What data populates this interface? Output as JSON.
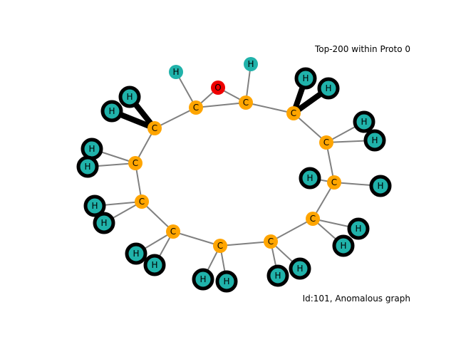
{
  "title": "Top-200 within Proto 0",
  "caption": "Id:101, Anomalous graph",
  "colors": {
    "C": "#ffa500",
    "O": "#ee0000",
    "H": "#20b2aa",
    "edge": "#808080",
    "highlight": "#000000"
  },
  "graph": {
    "nodes": [
      {
        "id": "c1",
        "element": "C"
      },
      {
        "id": "c2",
        "element": "C"
      },
      {
        "id": "o1",
        "element": "O"
      },
      {
        "id": "c3",
        "element": "C"
      },
      {
        "id": "c4",
        "element": "C"
      },
      {
        "id": "c5",
        "element": "C"
      },
      {
        "id": "c6",
        "element": "C"
      },
      {
        "id": "c7",
        "element": "C"
      },
      {
        "id": "c8",
        "element": "C"
      },
      {
        "id": "c9",
        "element": "C"
      },
      {
        "id": "c10",
        "element": "C"
      },
      {
        "id": "c11",
        "element": "C"
      },
      {
        "id": "c12",
        "element": "C"
      },
      {
        "id": "h1",
        "element": "H",
        "highlighted": false
      },
      {
        "id": "h2",
        "element": "H",
        "highlighted": false
      },
      {
        "id": "h3",
        "element": "H",
        "highlighted": true
      },
      {
        "id": "h4",
        "element": "H",
        "highlighted": true
      },
      {
        "id": "h5",
        "element": "H",
        "highlighted": true
      },
      {
        "id": "h6",
        "element": "H",
        "highlighted": true
      },
      {
        "id": "h7",
        "element": "H",
        "highlighted": true
      },
      {
        "id": "h8",
        "element": "H",
        "highlighted": true
      },
      {
        "id": "h9",
        "element": "H",
        "highlighted": true
      },
      {
        "id": "h10",
        "element": "H",
        "highlighted": true
      },
      {
        "id": "h11",
        "element": "H",
        "highlighted": true
      },
      {
        "id": "h12",
        "element": "H",
        "highlighted": true
      },
      {
        "id": "h13",
        "element": "H",
        "highlighted": true
      },
      {
        "id": "h14",
        "element": "H",
        "highlighted": true
      },
      {
        "id": "h15",
        "element": "H",
        "highlighted": true
      },
      {
        "id": "h16",
        "element": "H",
        "highlighted": true
      },
      {
        "id": "h17",
        "element": "H",
        "highlighted": true
      },
      {
        "id": "h18",
        "element": "H",
        "highlighted": true
      },
      {
        "id": "h19",
        "element": "H",
        "highlighted": true
      },
      {
        "id": "h20",
        "element": "H",
        "highlighted": true
      },
      {
        "id": "h21",
        "element": "H",
        "highlighted": true
      },
      {
        "id": "h22",
        "element": "H",
        "highlighted": true
      }
    ],
    "edges": [
      {
        "source": "c1",
        "target": "o1",
        "highlighted": false
      },
      {
        "source": "o1",
        "target": "c2",
        "highlighted": false
      },
      {
        "source": "c1",
        "target": "c2",
        "highlighted": false
      },
      {
        "source": "c1",
        "target": "h1",
        "highlighted": false
      },
      {
        "source": "c2",
        "target": "h2",
        "highlighted": false
      },
      {
        "source": "c2",
        "target": "c3",
        "highlighted": false
      },
      {
        "source": "c3",
        "target": "c4",
        "highlighted": false
      },
      {
        "source": "c4",
        "target": "c5",
        "highlighted": false
      },
      {
        "source": "c5",
        "target": "c6",
        "highlighted": false
      },
      {
        "source": "c6",
        "target": "c7",
        "highlighted": false
      },
      {
        "source": "c7",
        "target": "c8",
        "highlighted": false
      },
      {
        "source": "c8",
        "target": "c9",
        "highlighted": false
      },
      {
        "source": "c9",
        "target": "c10",
        "highlighted": false
      },
      {
        "source": "c10",
        "target": "c11",
        "highlighted": false
      },
      {
        "source": "c11",
        "target": "c12",
        "highlighted": false
      },
      {
        "source": "c12",
        "target": "c1",
        "highlighted": false
      },
      {
        "source": "c3",
        "target": "h3",
        "highlighted": true
      },
      {
        "source": "c3",
        "target": "h4",
        "highlighted": true
      },
      {
        "source": "c4",
        "target": "h5",
        "highlighted": false
      },
      {
        "source": "c4",
        "target": "h6",
        "highlighted": false
      },
      {
        "source": "c5",
        "target": "h7",
        "highlighted": false
      },
      {
        "source": "c5",
        "target": "h8",
        "highlighted": false
      },
      {
        "source": "c6",
        "target": "h9",
        "highlighted": false
      },
      {
        "source": "c6",
        "target": "h10",
        "highlighted": false
      },
      {
        "source": "c7",
        "target": "h11",
        "highlighted": false
      },
      {
        "source": "c7",
        "target": "h12",
        "highlighted": false
      },
      {
        "source": "c8",
        "target": "h13",
        "highlighted": false
      },
      {
        "source": "c8",
        "target": "h14",
        "highlighted": false
      },
      {
        "source": "c9",
        "target": "h15",
        "highlighted": false
      },
      {
        "source": "c9",
        "target": "h16",
        "highlighted": false
      },
      {
        "source": "c10",
        "target": "h17",
        "highlighted": false
      },
      {
        "source": "c10",
        "target": "h18",
        "highlighted": false
      },
      {
        "source": "c11",
        "target": "h19",
        "highlighted": false
      },
      {
        "source": "c11",
        "target": "h20",
        "highlighted": false
      },
      {
        "source": "c12",
        "target": "h21",
        "highlighted": true
      },
      {
        "source": "c12",
        "target": "h22",
        "highlighted": true
      }
    ]
  }
}
